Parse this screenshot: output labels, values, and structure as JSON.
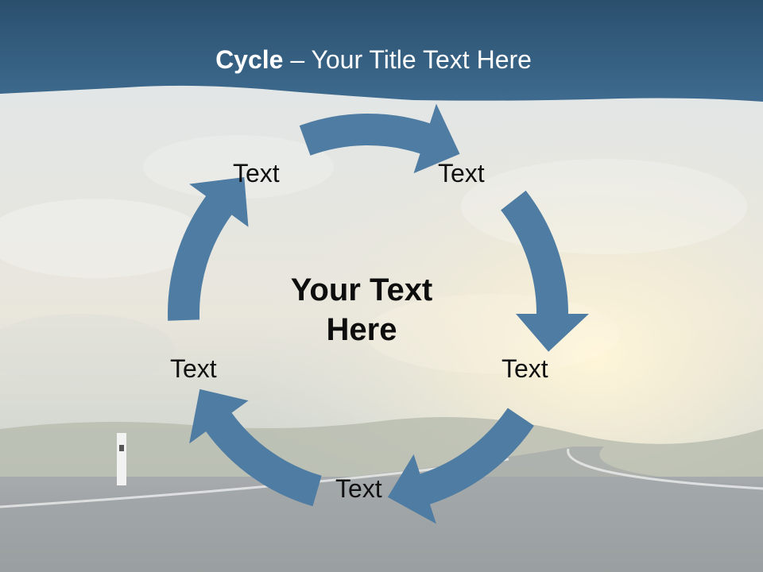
{
  "title": {
    "bold": "Cycle",
    "rest": " – Your Title Text Here"
  },
  "center_text": "Your Text Here",
  "step_labels": [
    "Text",
    "Text",
    "Text",
    "Text",
    "Text"
  ],
  "colors": {
    "arrow": "#4f7ca3",
    "header": "#2f5878",
    "label": "#111111"
  }
}
